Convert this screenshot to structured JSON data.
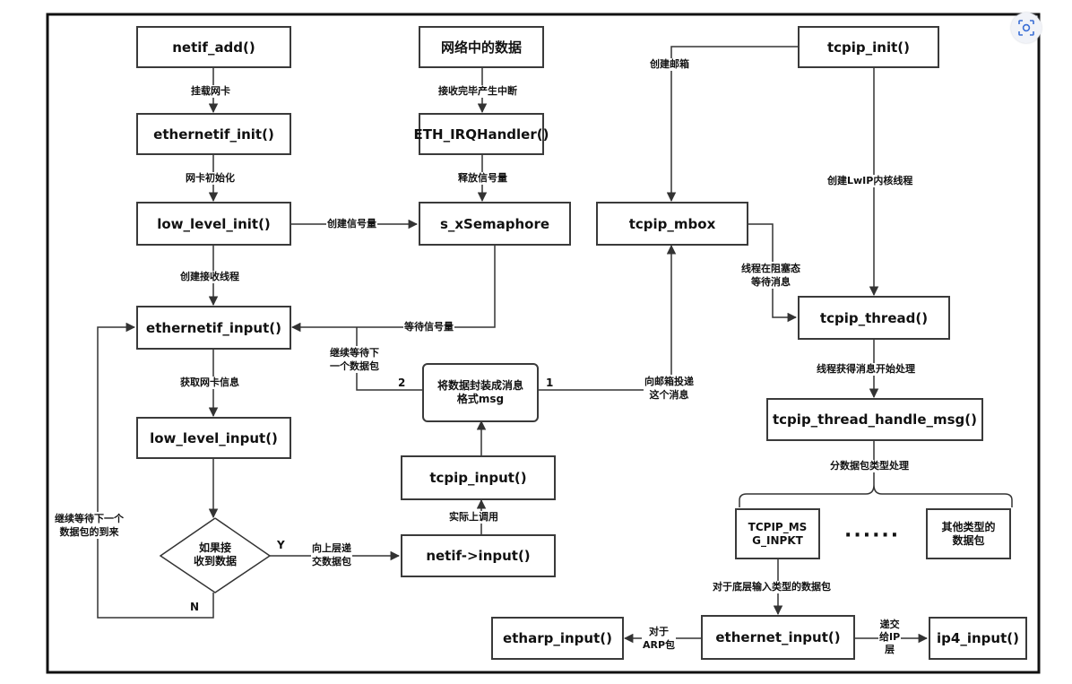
{
  "boxes": {
    "netif_add": "netif_add()",
    "ethernetif_init": "ethernetif_init()",
    "low_level_init": "low_level_init()",
    "ethernetif_input": "ethernetif_input()",
    "low_level_input": "low_level_input()",
    "network_data": "网络中的数据",
    "eth_irq": "ETH_IRQHandler()",
    "s_xsemaphore": "s_xSemaphore",
    "encapsulate_msg_line1": "将数据封装成消息",
    "encapsulate_msg_line2": "格式msg",
    "tcpip_input": "tcpip_input()",
    "netif_input": "netif->input()",
    "tcpip_init": "tcpip_init()",
    "tcpip_mbox": "tcpip_mbox",
    "tcpip_thread": "tcpip_thread()",
    "tcpip_thread_handle_msg": "tcpip_thread_handle_msg()",
    "tcpip_msg_inpkt_line1": "TCPIP_MS",
    "tcpip_msg_inpkt_line2": "G_INPKT",
    "other_types_line1": "其他类型的",
    "other_types_line2": "数据包",
    "ethernet_input": "ethernet_input()",
    "etharp_input": "etharp_input()",
    "ip4_input": "ip4_input()"
  },
  "diamond": {
    "line1": "如果接",
    "line2": "收到数据"
  },
  "labels": {
    "mount_nic": "挂载网卡",
    "nic_init": "网卡初始化",
    "create_semaphore": "创建信号量",
    "create_rx_thread": "创建接收线程",
    "get_nic_info": "获取网卡信息",
    "rx_complete_irq": "接收完毕产生中断",
    "release_semaphore": "释放信号量",
    "wait_semaphore": "等待信号量",
    "continue_wait_line1": "继续等待下",
    "continue_wait_line2": "一个数据包",
    "branch_2": "2",
    "branch_1": "1",
    "deliver_mbox_line1": "向邮箱投递",
    "deliver_mbox_line2": "这个消息",
    "actually_call": "实际上调用",
    "yes": "Y",
    "no": "N",
    "pass_up_line1": "向上层递",
    "pass_up_line2": "交数据包",
    "loop_back_line1": "继续等待下一个",
    "loop_back_line2": "数据包的到来",
    "create_mailbox": "创建邮箱",
    "create_lwip_thread": "创建LwIP内核线程",
    "blocked_line1": "线程在阻塞态",
    "blocked_line2": "等待消息",
    "thread_gets_msg": "线程获得消息开始处理",
    "by_packet_type": "分数据包类型处理",
    "lower_input_type": "对于底层输入类型的数据包",
    "for_arp_line1": "对于",
    "for_arp_line2": "ARP包",
    "pass_ip_line1": "递交",
    "pass_ip_line2": "给IP",
    "pass_ip_line3": "层",
    "ellipsis": "······"
  },
  "icons": {
    "corner": "screenshot-scan-icon"
  },
  "colors": {
    "line": "#333333",
    "frame": "#111111",
    "box_border": "#3a3a3a",
    "icon_accent": "#3b6fd6"
  }
}
